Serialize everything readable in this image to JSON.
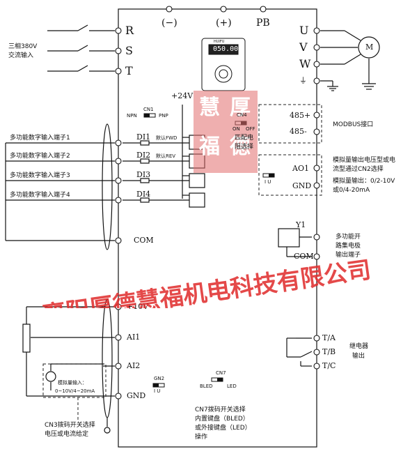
{
  "power": {
    "input_label": [
      "三相380V",
      "交流输入"
    ],
    "inputs": [
      "R",
      "S",
      "T"
    ],
    "bus": [
      "(−)",
      "(+)",
      "PB"
    ]
  },
  "outputs": {
    "motor_terminals": [
      "U",
      "V",
      "W"
    ],
    "motor_label": "M"
  },
  "keypad": {
    "display": "050.00",
    "brand": "HUIFU"
  },
  "supply": {
    "plus24": "+24V"
  },
  "cn1": {
    "name": "CN1",
    "npn": "NPN",
    "pnp": "PNP"
  },
  "cn4": {
    "name": "CN4",
    "on": "ON",
    "off": "OFF",
    "desc": [
      "匹配电",
      "阻选择"
    ]
  },
  "rs485": {
    "plus": "485+",
    "minus": "485-",
    "label": "MODBUS接口"
  },
  "digital_inputs": [
    {
      "ext": "多功能数字输入端子1",
      "term": "DI1",
      "default": "默认FWD"
    },
    {
      "ext": "多功能数字输入端子2",
      "term": "DI2",
      "default": "默认REV"
    },
    {
      "ext": "多功能数字输入端子3",
      "term": "DI3",
      "default": ""
    },
    {
      "ext": "多功能数字输入端子4",
      "term": "DI4",
      "default": ""
    }
  ],
  "common": {
    "com": "COM"
  },
  "analog_out": {
    "ao1": "AO1",
    "gnd": "GND",
    "iu": "I  U",
    "desc": [
      "模拟量输出电压型或电",
      "流型通过CN2选择",
      "模拟量输出：0/2-10V",
      "或0/4-20mA"
    ]
  },
  "y1": {
    "term": "Y1",
    "com": "COM",
    "desc": [
      "多功能开",
      "路集电极",
      "输出端子"
    ]
  },
  "analog_in": {
    "plus10v": "+10V",
    "ai1": "AI1",
    "ai2": "AI2",
    "gnd": "GND",
    "source_label": [
      "模拟量输入：",
      "0~10V/4~20mA"
    ],
    "cn3_note": [
      "CN3拨码开关选择",
      "电压或电流给定"
    ]
  },
  "gn2": {
    "name": "GN2",
    "iu": "I  U"
  },
  "cn7": {
    "name": "CN7",
    "bled": "BLED",
    "led": "LED",
    "note": [
      "CN7拨码开关选择",
      "内置键盘（BLED）",
      "或外接键盘（LED）",
      "操作"
    ]
  },
  "relay": {
    "ta": "T/A",
    "tb": "T/B",
    "tc": "T/C",
    "label": [
      "继电器",
      "输出"
    ]
  },
  "watermark": {
    "text": "襄阳厚德慧福机电科技有限公司",
    "stamp": [
      "慧",
      "厚",
      "福",
      "德"
    ]
  },
  "colors": {
    "watermark": "#e03030",
    "line": "#111111",
    "dash": "#222222"
  }
}
